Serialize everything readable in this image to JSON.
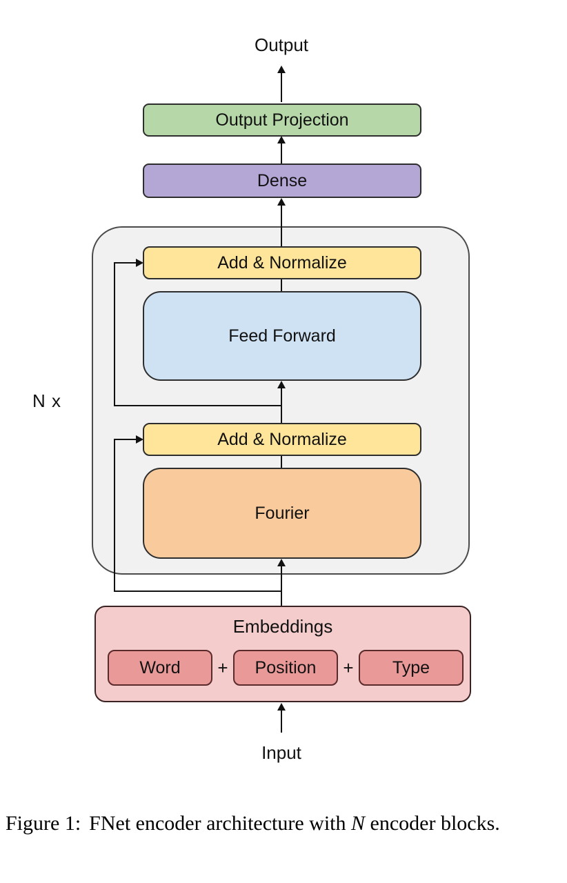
{
  "figure": {
    "output_label": "Output",
    "input_label": "Input",
    "repeat_label": "N x",
    "nodes": {
      "output_projection": "Output Projection",
      "dense": "Dense",
      "add_normalize_top": "Add & Normalize",
      "feed_forward": "Feed Forward",
      "add_normalize_bottom": "Add & Normalize",
      "fourier": "Fourier"
    },
    "embeddings": {
      "title": "Embeddings",
      "components": [
        "Word",
        "Position",
        "Type"
      ],
      "plus": "+"
    },
    "colors": {
      "output_projection": "#b6d7a8",
      "dense": "#b4a7d6",
      "add_normalize": "#ffe599",
      "feed_forward": "#cfe2f3",
      "fourier": "#f9cb9c",
      "embeddings_container": "#f4cccc",
      "embedding_component": "#ea9999",
      "encoder_block_background": "#f1f1f2",
      "line": "#111111"
    }
  },
  "caption": {
    "label": "Figure 1:",
    "before_variable": "FNet encoder architecture with",
    "variable": "N",
    "after_variable": "encoder blocks."
  }
}
